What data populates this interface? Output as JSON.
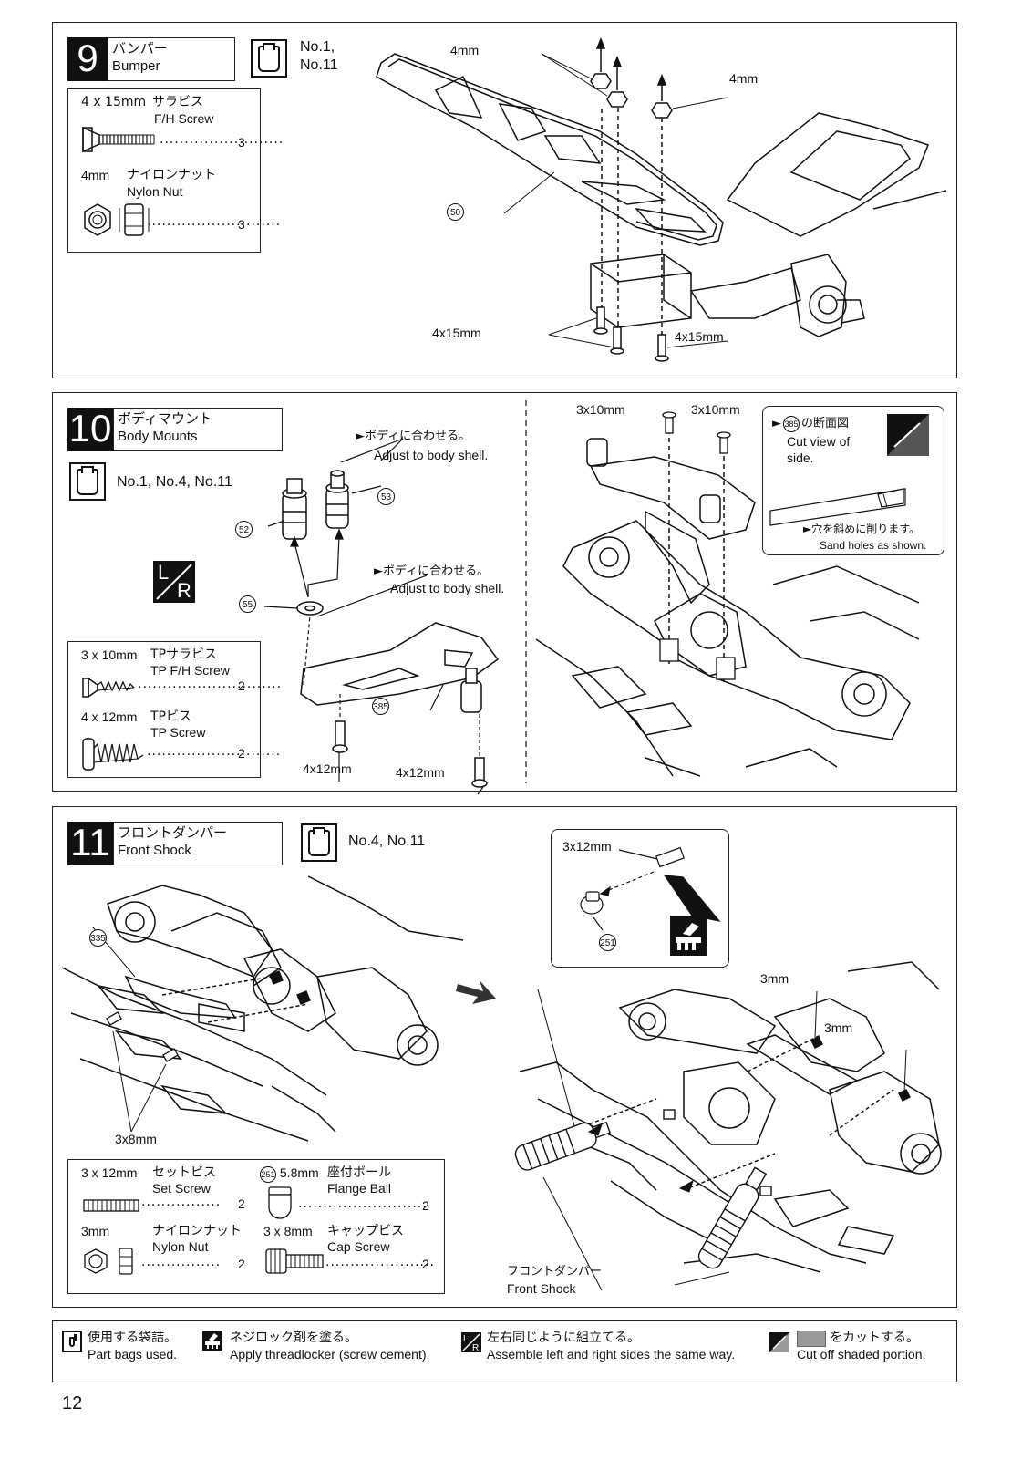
{
  "step9": {
    "number": "9",
    "title_jp": "バンパー",
    "title_en": "Bumper",
    "bags": "No.1,\nNo.11",
    "bags_line1": "No.1,",
    "bags_line2": "No.11",
    "parts": [
      {
        "size": "4 x 15mm",
        "name_jp": "サラビス",
        "name_en": "F/H Screw",
        "qty": "3"
      },
      {
        "size": "4mm",
        "name_jp": "ナイロンナット",
        "name_en": "Nylon Nut",
        "qty": "3"
      }
    ],
    "labels": {
      "nut_a": "4mm",
      "nut_b": "4mm",
      "screw_a": "4x15mm",
      "screw_b": "4x15mm",
      "part_ref": "50"
    }
  },
  "step10": {
    "number": "10",
    "title_jp": "ボディマウント",
    "title_en": "Body Mounts",
    "bags": "No.1, No.4, No.11",
    "lr_icon": "L/R",
    "lr_l": "L",
    "lr_r": "R",
    "parts": [
      {
        "size": "3 x 10mm",
        "name_jp": "TPサラビス",
        "name_en": "TP F/H Screw",
        "qty": "2"
      },
      {
        "size": "4 x 12mm",
        "name_jp": "TPビス",
        "name_en": "TP Screw",
        "qty": "2"
      }
    ],
    "notes": {
      "adjust_jp": "►ボディに合わせる。",
      "adjust_en": "Adjust to body shell.",
      "adjust2_jp": "►ボディに合わせる。",
      "adjust2_en": "Adjust to body shell.",
      "cutview_prefix": "►",
      "cutview_ref": "385",
      "cutview_jp": "の断面図",
      "cutview_en1": "Cut view of",
      "cutview_en2": "side.",
      "sand_jp": "►穴を斜めに削ります。",
      "sand_en": "Sand holes as shown."
    },
    "labels": {
      "s1": "3x10mm",
      "s2": "3x10mm",
      "s3": "4x12mm",
      "s4": "4x12mm",
      "r52": "52",
      "r53": "53",
      "r55": "55",
      "r385": "385"
    }
  },
  "step11": {
    "number": "11",
    "title_jp": "フロントダンパー",
    "title_en": "Front Shock",
    "bags": "No.4, No.11",
    "parts": [
      {
        "size": "3 x 12mm",
        "name_jp": "セットビス",
        "name_en": "Set Screw",
        "qty": "2"
      },
      {
        "ref": "251",
        "size": "5.8mm",
        "name_jp": "座付ボール",
        "name_en": "Flange Ball",
        "qty": "2"
      },
      {
        "size": "3mm",
        "name_jp": "ナイロンナット",
        "name_en": "Nylon Nut",
        "qty": "2"
      },
      {
        "size": "3 x 8mm",
        "name_jp": "キャップビス",
        "name_en": "Cap Screw",
        "qty": "2"
      }
    ],
    "labels": {
      "r335": "335",
      "s38": "3x8mm",
      "s312": "3x12mm",
      "r251": "251",
      "n3a": "3mm",
      "n3b": "3mm",
      "shock_jp": "フロントダンパー",
      "shock_en": "Front Shock"
    }
  },
  "legend": [
    {
      "icon": "bag-icon",
      "jp": "使用する袋詰。",
      "en": "Part bags used."
    },
    {
      "icon": "threadlocker-icon",
      "jp": "ネジロック剤を塗る。",
      "en": "Apply threadlocker (screw cement)."
    },
    {
      "icon": "lr-icon",
      "jp": "左右同じように組立てる。",
      "en": "Assemble left and right sides the same way."
    },
    {
      "icon": "cut-icon",
      "jp": "をカットする。",
      "en": "Cut off shaded portion."
    }
  ],
  "page_number": "12",
  "colors": {
    "ink": "#111111",
    "shade": "#9a9a9a"
  }
}
